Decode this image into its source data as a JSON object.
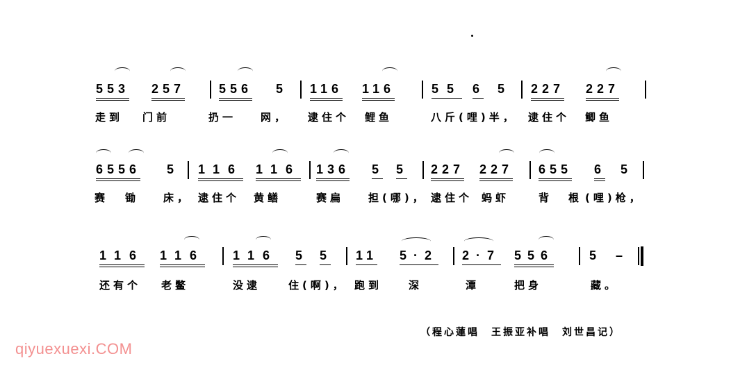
{
  "rows": [
    {
      "notes": [
        "553",
        "257",
        "556",
        "5",
        "116",
        "116",
        "55",
        "6",
        "5",
        "227",
        "227"
      ],
      "lyrics": [
        "走到",
        "门前",
        "扔一",
        "网，",
        "逮住个",
        "鲤鱼",
        "八斤(哩)半，",
        "逮住个",
        "鲫鱼"
      ]
    },
    {
      "notes": [
        "6556",
        "5",
        "116",
        "116",
        "136",
        "5",
        "5",
        "227",
        "227",
        "655",
        "6",
        "5"
      ],
      "lyrics": [
        "赛",
        "锄",
        "床，",
        "逮住个",
        "黄鳝",
        "赛扁",
        "担(哪)，",
        "逮住个",
        "蚂虾",
        "背",
        "根",
        "(哩)枪，"
      ]
    },
    {
      "notes": [
        "116",
        "116",
        "116",
        "5",
        "5",
        "11",
        "5·2",
        "2·7",
        "556",
        "5",
        "–"
      ],
      "lyrics": [
        "还有个",
        "老鳖",
        "没逮",
        "住(啊)，",
        "跑到",
        "深",
        "潭",
        "把身",
        "藏。"
      ]
    }
  ],
  "credit": "（程心蓮唱　王振亚补唱　刘世昌记）",
  "watermark": "qiyuexuexi.COM"
}
